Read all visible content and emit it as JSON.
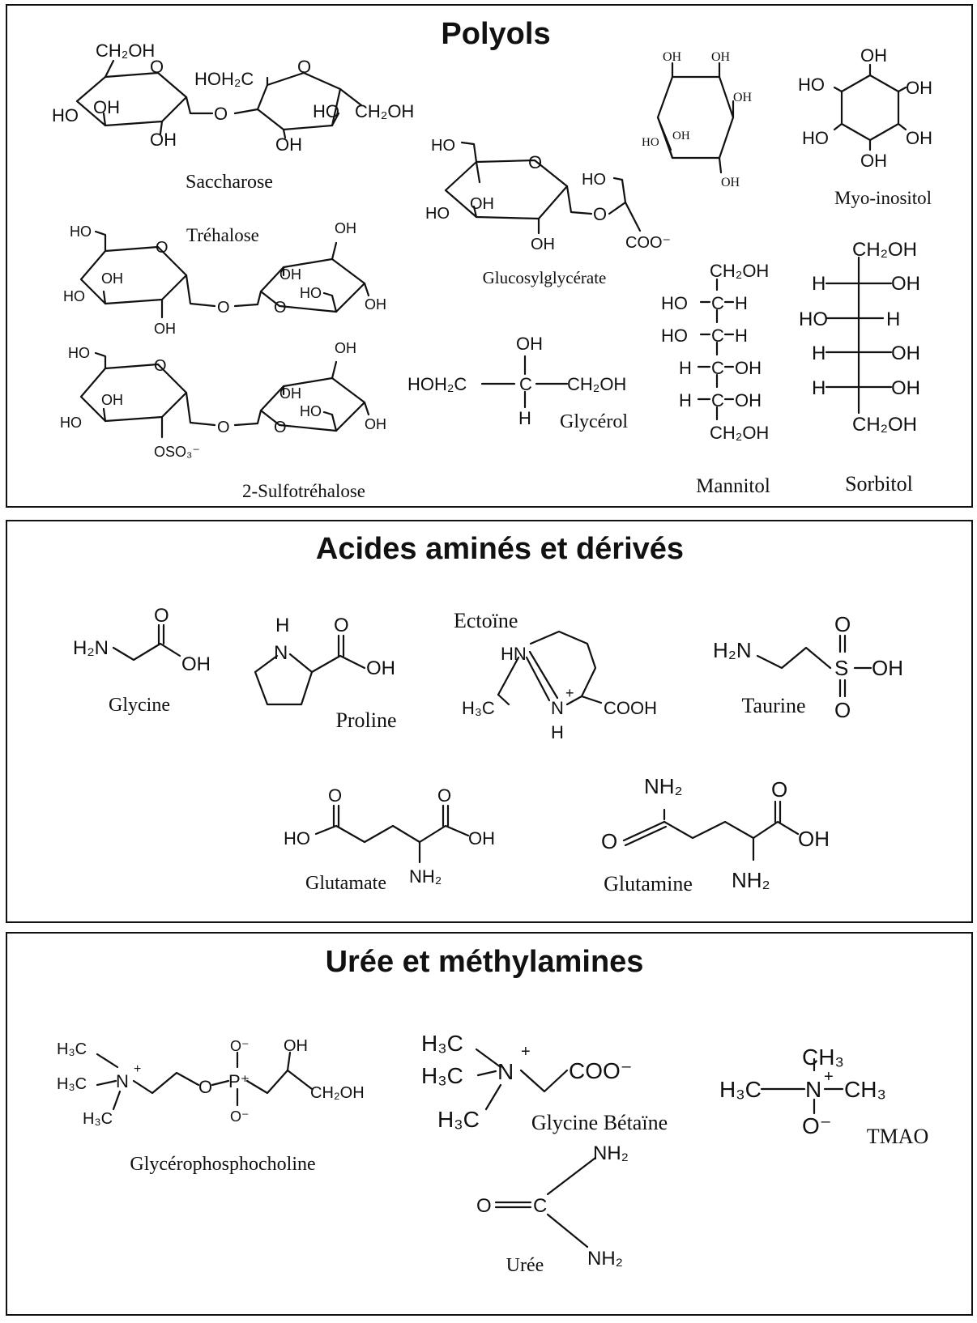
{
  "panels": [
    {
      "title": "Polyols"
    },
    {
      "title": "Acides aminés et dérivés"
    },
    {
      "title": "Urée et méthylamines"
    }
  ],
  "polyols": {
    "saccharose": "Saccharose",
    "trehalose": "Tréhalose",
    "sulfotrehalose": "2-Sulfotréhalose",
    "glucosylglycerate": "Glucosylglycérate",
    "glycerol": "Glycérol",
    "mannitol": "Mannitol",
    "sorbitol": "Sorbitol",
    "myo_inositol": "Myo-inositol"
  },
  "amino_acids": {
    "glycine": "Glycine",
    "proline": "Proline",
    "ectoine": "Ectoïne",
    "taurine": "Taurine",
    "glutamate": "Glutamate",
    "glutamine": "Glutamine"
  },
  "methylamines": {
    "gpc": "Glycérophosphocholine",
    "glycine_betaine": "Glycine Bétaïne",
    "tmao": "TMAO",
    "uree": "Urée"
  },
  "atoms": {
    "ch2oh": "CH₂OH",
    "hoh2c": "HOH₂C",
    "oh": "OH",
    "ho": "HO",
    "o": "O",
    "h": "H",
    "coo_minus": "COO⁻",
    "oso3": "OSO₃⁻",
    "h2n": "H₂N",
    "nh2": "NH₂",
    "hn": "HN",
    "n_plus": "N⁺",
    "cooh": "COOH",
    "h3c": "H₃C",
    "ch3": "CH₃",
    "s": "S",
    "p_plus": "P⁺",
    "o_minus": "O⁻",
    "c": "C",
    "n": "N",
    "plus": "+"
  }
}
